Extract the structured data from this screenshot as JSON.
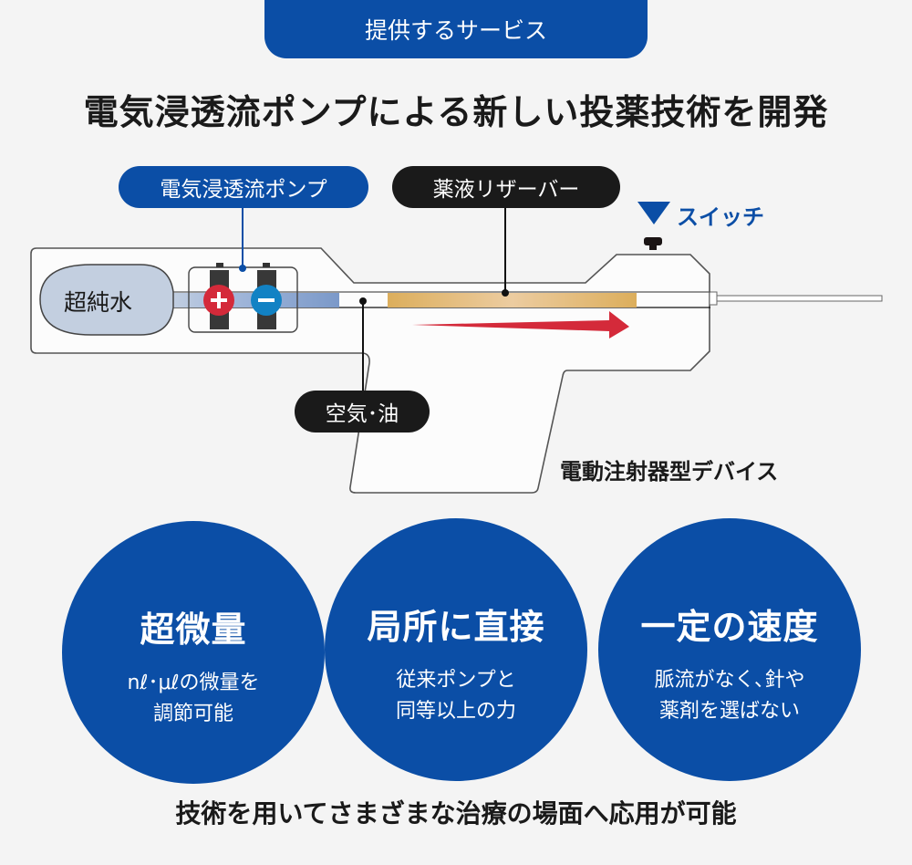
{
  "header": {
    "tag": "提供するサービス",
    "title": "電気浸透流ポンプによる新しい投薬技術を開発"
  },
  "diagram": {
    "pump_label": "電気浸透流ポンプ",
    "reservoir_label": "薬液リザーバー",
    "switch_label": "スイッチ",
    "water_label": "超純水",
    "air_oil_label": "空気･油",
    "device_label": "電動注射器型デバイス",
    "plus": "+",
    "minus": "−"
  },
  "features": [
    {
      "title": "超微量",
      "desc1": "nℓ･μℓの微量を",
      "desc2": "調節可能"
    },
    {
      "title": "局所に直接",
      "desc1": "従来ポンプと",
      "desc2": "同等以上の力"
    },
    {
      "title": "一定の速度",
      "desc1": "脈流がなく､針や",
      "desc2": "薬剤を選ばない"
    }
  ],
  "footer": "技術を用いてさまざまな治療の場面へ応用が可能",
  "colors": {
    "brand": "#0b4ea6",
    "arrow": "#d42a3a",
    "reservoir": "#dcae5c",
    "plus": "#d42a3a",
    "minus": "#1282c4"
  }
}
